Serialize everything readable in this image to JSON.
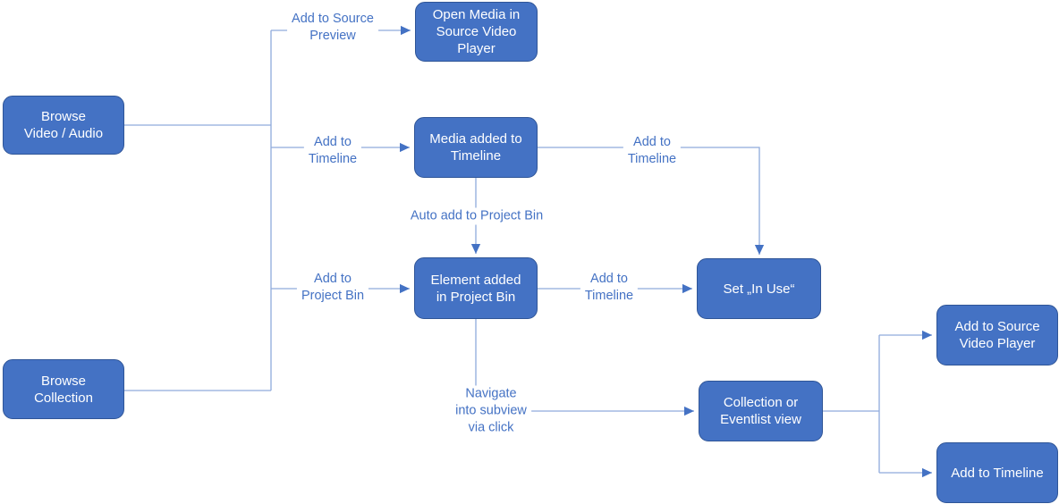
{
  "colors": {
    "node_fill": "#4472C4",
    "node_border": "#2F5597",
    "node_text": "#FFFFFF",
    "connector_line": "#8FAADC",
    "arrowhead": "#4472C4",
    "edge_label_text": "#4472C4",
    "background": "#FFFFFF"
  },
  "diagram": {
    "type": "flowchart",
    "nodes": [
      {
        "id": "browse-video-audio",
        "label": "Browse\nVideo / Audio"
      },
      {
        "id": "browse-collection",
        "label": "Browse\nCollection"
      },
      {
        "id": "open-media-source-player",
        "label": "Open Media in\nSource Video\nPlayer"
      },
      {
        "id": "media-added-timeline",
        "label": "Media added to\nTimeline"
      },
      {
        "id": "element-added-project-bin",
        "label": "Element added\nin Project Bin"
      },
      {
        "id": "set-in-use",
        "label": "Set „In Use“"
      },
      {
        "id": "collection-eventlist-view",
        "label": "Collection or\nEventlist view"
      },
      {
        "id": "add-to-source-video-player",
        "label": "Add to Source\nVideo Player"
      },
      {
        "id": "add-to-timeline-result",
        "label": "Add to Timeline"
      }
    ],
    "edge_labels": [
      {
        "id": "add-to-source-preview",
        "text": "Add to Source\nPreview"
      },
      {
        "id": "add-to-timeline-browse",
        "text": "Add to\nTimeline"
      },
      {
        "id": "add-to-project-bin",
        "text": "Add to\nProject Bin"
      },
      {
        "id": "auto-add-to-project-bin",
        "text": "Auto add to Project Bin"
      },
      {
        "id": "add-to-timeline-from-media",
        "text": "Add to\nTimeline"
      },
      {
        "id": "add-to-timeline-from-element",
        "text": "Add to\nTimeline"
      },
      {
        "id": "navigate-into-subview",
        "text": "Navigate\ninto subview\nvia click"
      }
    ]
  }
}
